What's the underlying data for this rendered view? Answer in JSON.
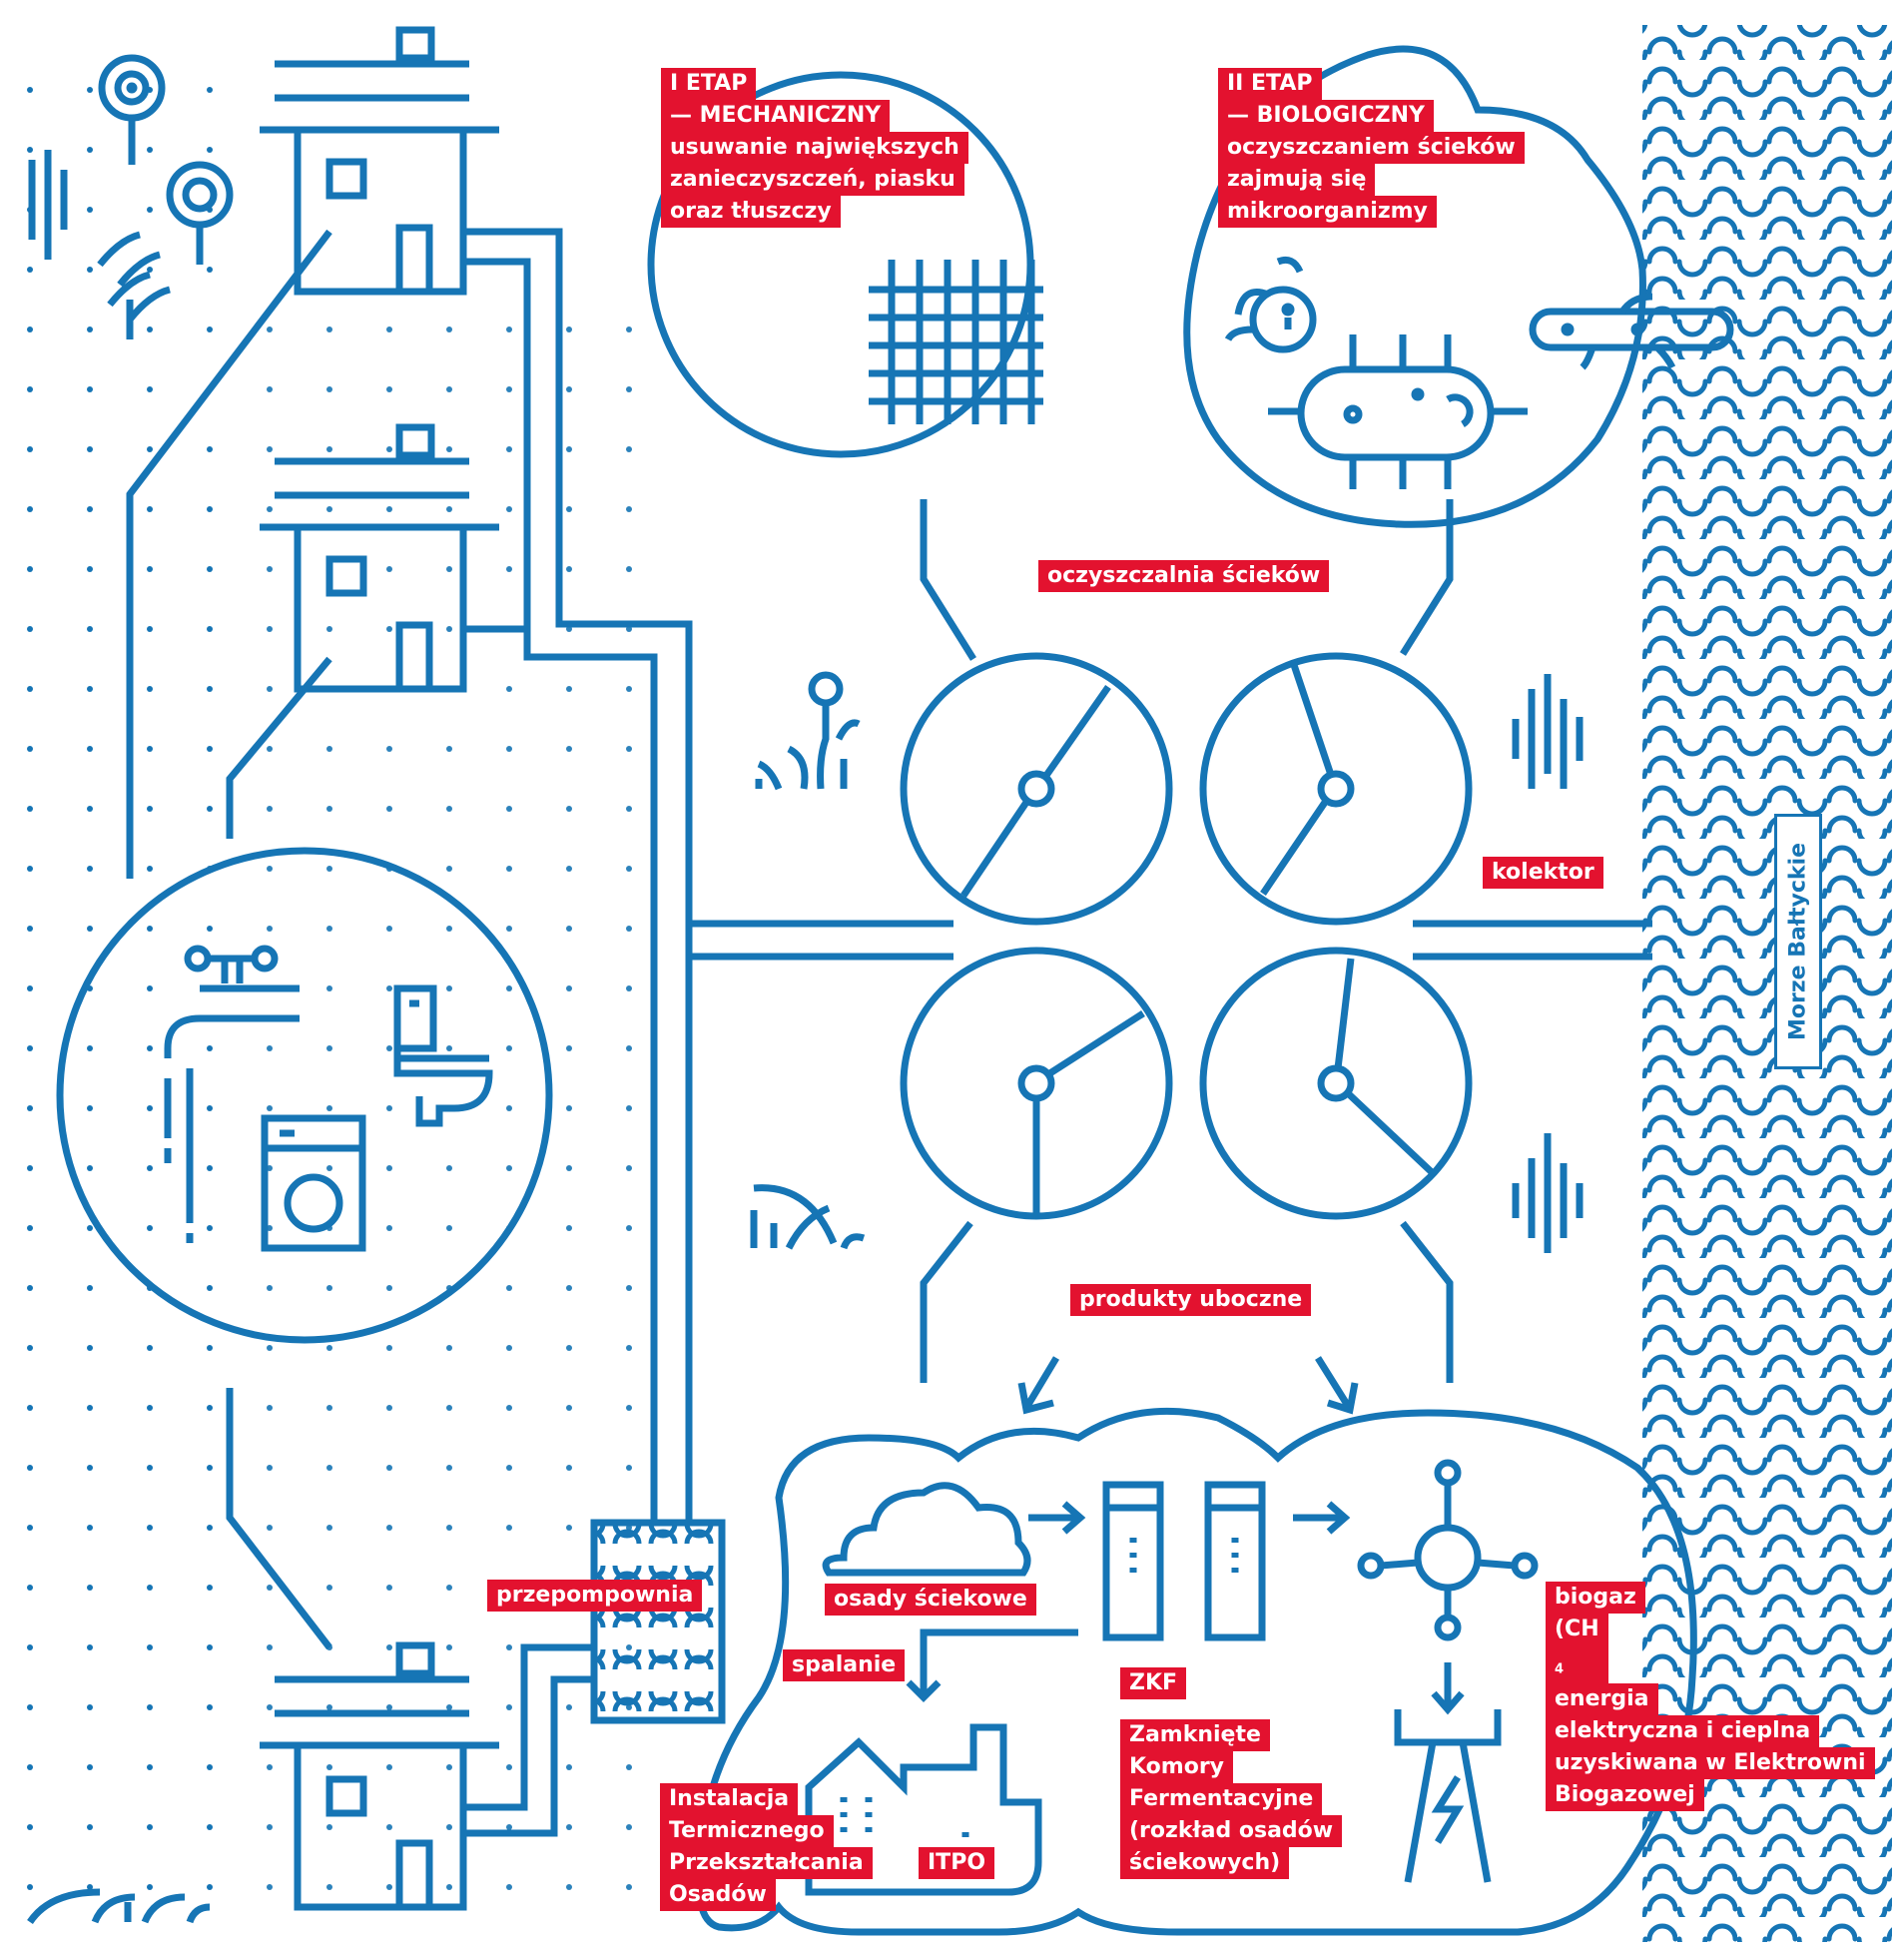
{
  "colors": {
    "line": "#1675b5",
    "label_bg": "#e3122f",
    "label_text": "#ffffff",
    "background": "#ffffff"
  },
  "labels": {
    "stage1": [
      "I ETAP",
      "— MECHANICZNY",
      "usuwanie największych",
      "zanieczyszczeń, piasku",
      "oraz tłuszczy"
    ],
    "stage2": [
      "II ETAP",
      "— BIOLOGICZNY",
      "oczyszczaniem ścieków",
      "zajmują się",
      "mikroorganizmy"
    ],
    "plant": "oczyszczalnia ścieków",
    "collector": "kolektor",
    "sea": "Morze Bałtyckie",
    "byproducts": "produkty uboczne",
    "pumping_station": "przepompownia",
    "sludge": "osady ściekowe",
    "incineration": "spalanie",
    "zkf": "ZKF",
    "zkf_full": [
      "Zamknięte",
      "Komory",
      "Fermentacyjne",
      "(rozkład osadów",
      "ściekowych)"
    ],
    "itpo_full": [
      "Instalacja",
      "Termicznego",
      "Przekształcania",
      "Osadów"
    ],
    "itpo": "ITPO",
    "biogas": [
      "biogaz",
      "(CH",
      "4",
      ")"
    ],
    "energy": [
      "energia",
      "elektryczna i cieplna",
      "uzyskiwana w Elektrowni",
      "Biogazowej"
    ]
  },
  "icons": [
    "house-icon",
    "tree-icon",
    "grass-icon",
    "faucet-icon",
    "toilet-icon",
    "washing-machine-icon",
    "grid-screen-icon",
    "microorganism-icon",
    "settling-tank-icon",
    "pump-station-icon",
    "cloud-icon",
    "digester-tank-icon",
    "biogas-molecule-icon",
    "power-pylon-icon",
    "factory-icon",
    "wave-icon",
    "arrow-icon"
  ]
}
